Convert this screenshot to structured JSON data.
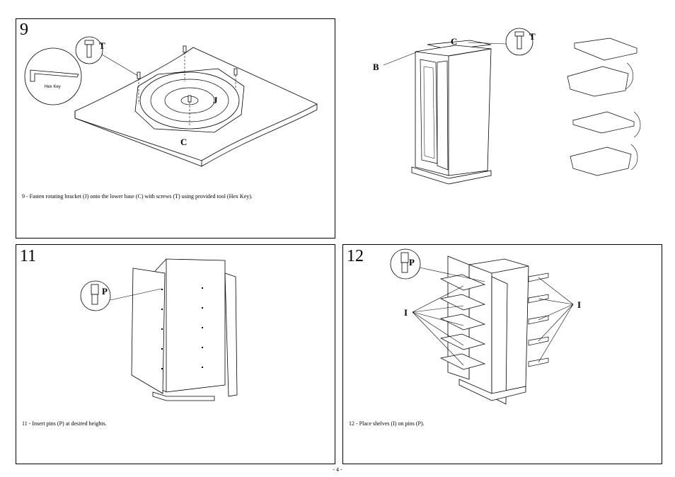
{
  "steps": [
    {
      "number": "9",
      "caption": "9 - Fasten rotating bracket (J) onto the lower base (C) with screws (T) using provided tool (Hex Key)."
    },
    {
      "number": "11",
      "caption": "11 - Insert pins (P) at desired heights."
    },
    {
      "number": "12",
      "caption": "12 - Place shelves (I) on pins (P)."
    }
  ],
  "labels": {
    "t": "T",
    "j": "J",
    "c": "C",
    "b": "B",
    "p": "P",
    "i": "I",
    "hex_key": "Hex Key"
  },
  "page_number": "- 4 -"
}
